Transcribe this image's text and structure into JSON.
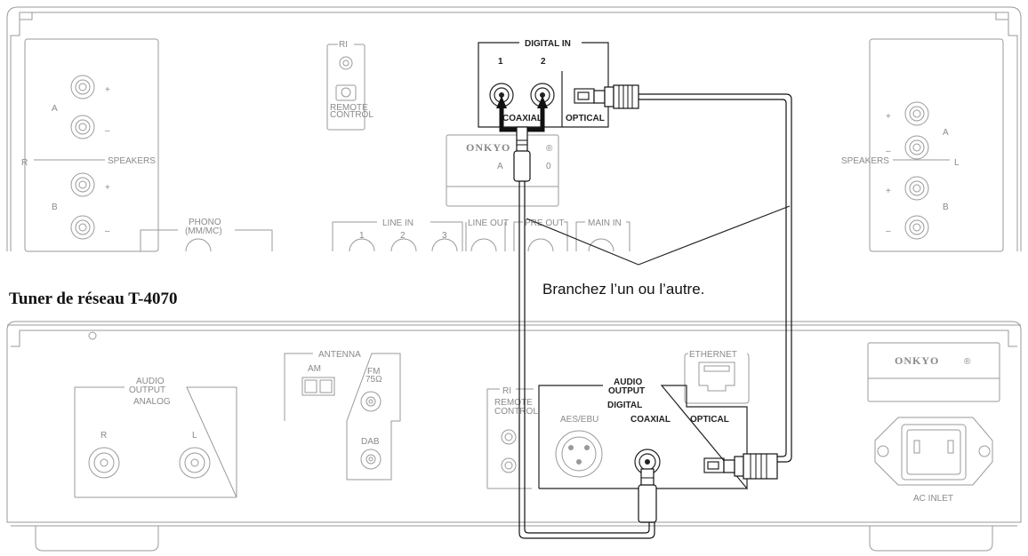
{
  "top_unit": {
    "digital_in_label": "DIGITAL IN",
    "input1": "1",
    "input2": "2",
    "coaxial_label": "COAXIAL",
    "optical_label": "OPTICAL",
    "ri_label": "RI",
    "remote_control_label": "REMOTE CONTROL",
    "brand": "ONKYO",
    "speakers_label": "SPEAKERS",
    "speaker_a": "A",
    "speaker_b": "B",
    "channel_r": "R",
    "channel_l": "L",
    "plus": "+",
    "minus": "–",
    "phono_label": "PHONO",
    "phono_sub": "(MM/MC)",
    "line_in_label": "LINE IN",
    "line_in_1": "1",
    "line_in_2": "2",
    "line_in_3": "3",
    "line_out_label": "LINE OUT",
    "pre_out_label": "PRE OUT",
    "main_in_label": "MAIN IN"
  },
  "bottom_unit": {
    "title": "Tuner de réseau T-4070",
    "audio_output_label": "AUDIO OUTPUT",
    "analog_label": "ANALOG",
    "channel_r": "R",
    "channel_l": "L",
    "antenna_label": "ANTENNA",
    "am_label": "AM",
    "fm_label": "FM",
    "fm_ohm": "75Ω",
    "dab_label": "DAB",
    "ri_label": "RI",
    "remote_control_label": "REMOTE CONTROL",
    "ethernet_label": "ETHERNET",
    "digital_label": "DIGITAL",
    "aes_ebu_label": "AES/EBU",
    "coaxial_label": "COAXIAL",
    "optical_label": "OPTICAL",
    "brand": "ONKYO",
    "ac_inlet_label": "AC INLET"
  },
  "note": "Branchez l’un ou l’autre."
}
